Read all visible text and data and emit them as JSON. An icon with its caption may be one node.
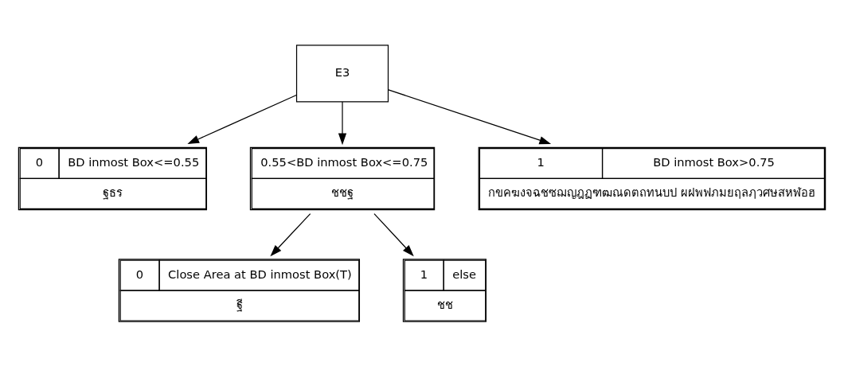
{
  "diagram": {
    "nodes": [
      {
        "text": [
          "E3"
        ]
      },
      {
        "text": [
          "0",
          "BD inmost Box<=0.55",
          "ฐธร"
        ]
      },
      {
        "text": [
          "0.55<BD inmost Box<=0.75",
          "ชชฐ"
        ]
      },
      {
        "text": [
          "1",
          "BD inmost Box>0.75",
          "กขคฆงจฉชซฌญฎฏฑฒณดตถทนบป ผฝพฟภมยฤลฦวศษสหฬอฮ"
        ]
      },
      {
        "text": [
          "0",
          "Close Area at BD inmost Box(T)",
          "ฐี"
        ]
      },
      {
        "text": [
          "1",
          "else",
          "ชช"
        ]
      }
    ],
    "edges": [
      {
        "from": 0,
        "to": 1,
        "arrow": "to"
      },
      {
        "from": 0,
        "to": 2,
        "arrow": "to"
      },
      {
        "from": 0,
        "to": 3,
        "arrow": "to"
      },
      {
        "from": 2,
        "to": 4,
        "arrow": "to"
      },
      {
        "from": 2,
        "to": 5,
        "arrow": "to"
      }
    ]
  }
}
